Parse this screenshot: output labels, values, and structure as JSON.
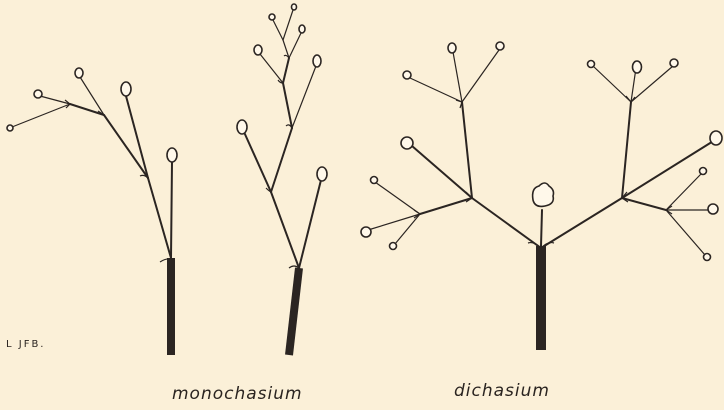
{
  "labels": {
    "monochasium": "monochasium",
    "dichasium": "dichasium",
    "signature": "L JFB."
  },
  "colors": {
    "background": "#fbf0d8",
    "ink": "#2b2522",
    "bud_fill": "#fff8ea"
  },
  "icons": [
    "inflorescence-diagram-monochasium-left",
    "inflorescence-diagram-monochasium-right",
    "inflorescence-diagram-dichasium"
  ]
}
